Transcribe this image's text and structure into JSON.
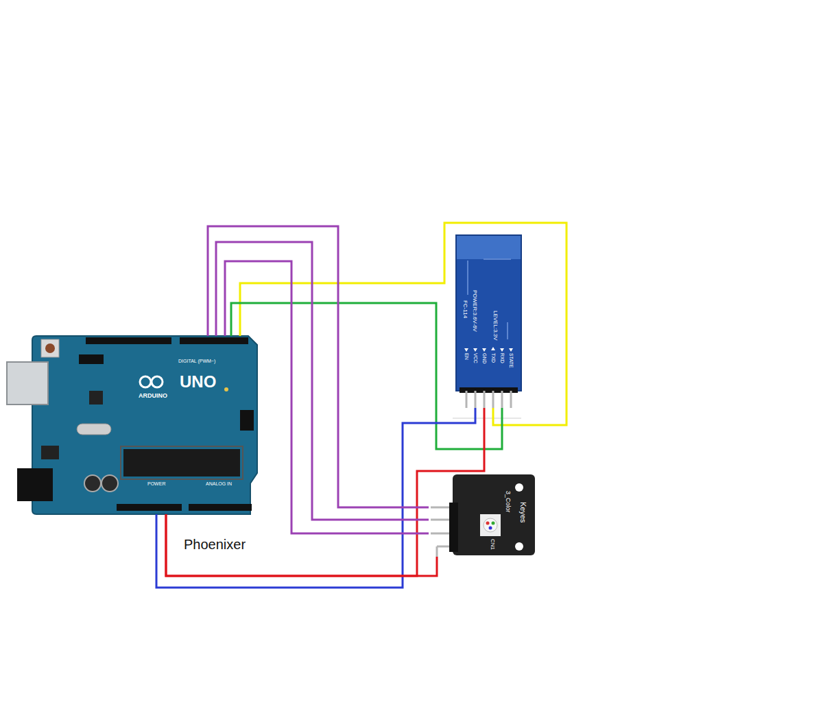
{
  "diagram": {
    "nodes": [
      {
        "text": [
          "DIGITAL (PWM~)",
          "UNO",
          "ARDUINO",
          "POWER",
          "ANALOG IN"
        ]
      },
      {
        "text": [
          "FC-114",
          "POWER:3.6V-6V",
          "LEVEL:3.3V",
          "EN",
          "VCC",
          "GND",
          "TXD",
          "RXD",
          "STATE"
        ]
      },
      {
        "text": [
          "Keyes",
          "3_Color",
          "CN1"
        ]
      }
    ],
    "edges": [
      {
        "from": 0,
        "to": 1,
        "arrow": "none"
      },
      {
        "from": 0,
        "to": 1,
        "arrow": "none"
      },
      {
        "from": 0,
        "to": 1,
        "arrow": "none"
      },
      {
        "from": 0,
        "to": 1,
        "arrow": "none"
      },
      {
        "from": 0,
        "to": 2,
        "arrow": "none"
      },
      {
        "from": 0,
        "to": 2,
        "arrow": "none"
      },
      {
        "from": 0,
        "to": 2,
        "arrow": "none"
      },
      {
        "from": 0,
        "to": 2,
        "arrow": "none"
      }
    ],
    "labels": [
      "Phoenixer"
    ]
  }
}
